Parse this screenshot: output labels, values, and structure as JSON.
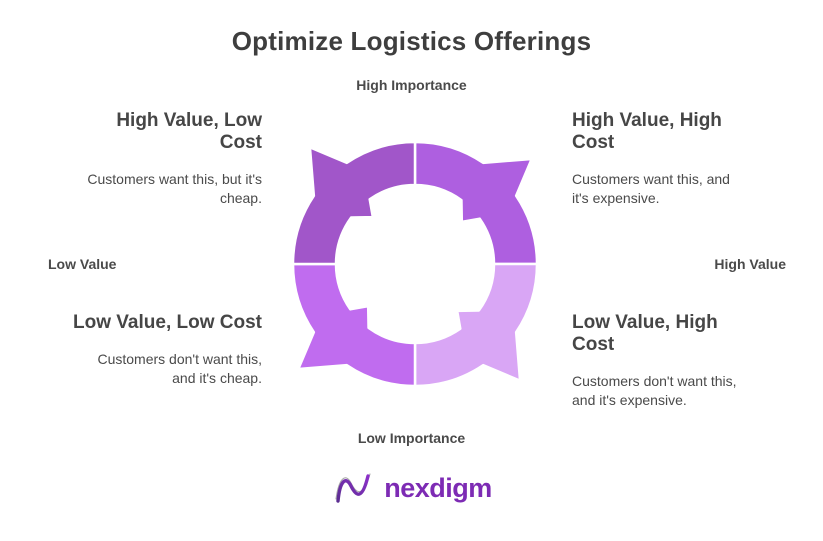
{
  "title": "Optimize Logistics Offerings",
  "axes": {
    "top": "High Importance",
    "bottom": "Low Importance",
    "left": "Low Value",
    "right": "High Value"
  },
  "quadrants": {
    "top_left": {
      "heading_lines": [
        "High Value, Low",
        "Cost"
      ],
      "body_lines": [
        "Customers want this, but it's",
        "cheap."
      ]
    },
    "top_right": {
      "heading_lines": [
        "High Value, High",
        "Cost"
      ],
      "body_lines": [
        "Customers want this, and",
        "it's expensive."
      ]
    },
    "bottom_left": {
      "heading_lines": [
        "Low Value, Low Cost"
      ],
      "body_lines": [
        "Customers don't want this,",
        "and it's cheap."
      ]
    },
    "bottom_right": {
      "heading_lines": [
        "Low Value, High",
        "Cost"
      ],
      "body_lines": [
        "Customers don't want this,",
        "and it's expensive."
      ]
    }
  },
  "cycle": {
    "direction": "counterclockwise",
    "stroke": "#ffffff",
    "segments": [
      {
        "name": "top-right",
        "color": "#ae5fe0"
      },
      {
        "name": "bottom-right",
        "color": "#d9a6f5"
      },
      {
        "name": "bottom-left",
        "color": "#c06cef"
      },
      {
        "name": "top-left",
        "color": "#a156c9"
      }
    ]
  },
  "logo": {
    "text": "nexdigm",
    "wordmark_color": "#7d2bb4",
    "icon": "nexdigm-wave-icon",
    "icon_gradient": [
      "#5b2d91",
      "#8c30c9"
    ]
  }
}
